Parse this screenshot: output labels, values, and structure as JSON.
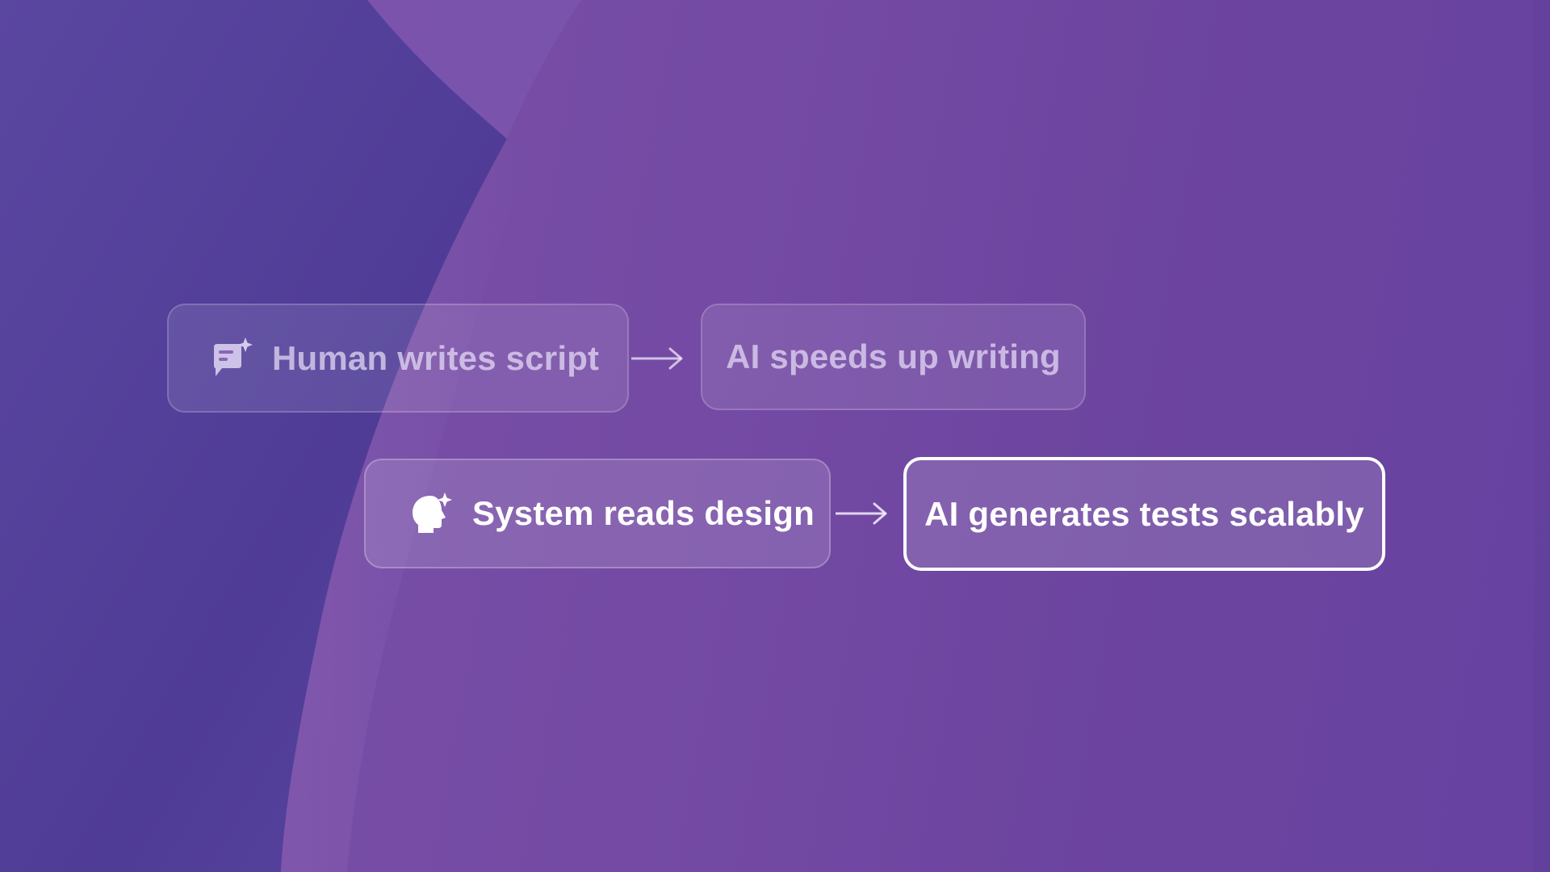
{
  "colors": {
    "background": "#744aa4",
    "background_dark_shape": "#4f3d95",
    "node_text": "#ffffff",
    "highlight_border": "#ffffff"
  },
  "flow": {
    "row1": {
      "source": {
        "label": "Human writes script",
        "icon": "chat-sparkle-icon"
      },
      "target": {
        "label": "AI speeds up writing"
      }
    },
    "row2": {
      "source": {
        "label": "System reads design",
        "icon": "head-sparkle-icon"
      },
      "target": {
        "label": "AI generates tests scalably",
        "highlighted": true
      }
    }
  }
}
